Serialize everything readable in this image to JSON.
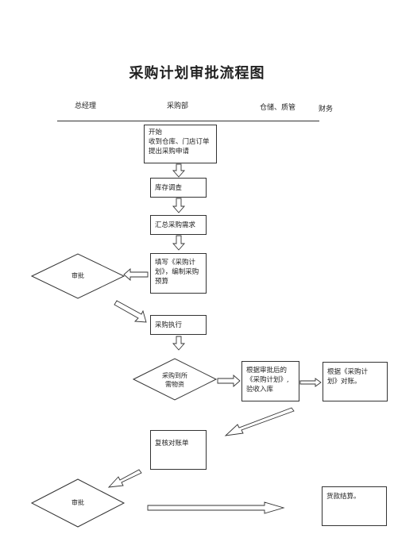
{
  "title": "采购计划审批流程图",
  "columns": {
    "general_manager": "总经理",
    "purchasing": "采购部",
    "warehouse_quality": "仓储、质管",
    "finance": "财务"
  },
  "nodes": {
    "start_line1": "开始",
    "start_line2": "收到仓库、门店订单",
    "start_line3": "提出采购申请",
    "inventory_check": "库存调查",
    "summarize_needs": "汇总采购需求",
    "plan_line1": "填写《采购计",
    "plan_line2": "划》，编制采购",
    "plan_line3": "预算",
    "approve_1": "审批",
    "execute": "采购执行",
    "arrival_line1": "采购到所",
    "arrival_line2": "需物资",
    "receive_line1": "根据审批后的",
    "receive_line2": "《采购计划》,",
    "receive_line3": "验收入库",
    "reconcile_line1": "根据《采购计",
    "reconcile_line2": "划》对账。",
    "verify_statement": "复核对账单",
    "approve_2": "审批",
    "payment": "货款结算。"
  }
}
